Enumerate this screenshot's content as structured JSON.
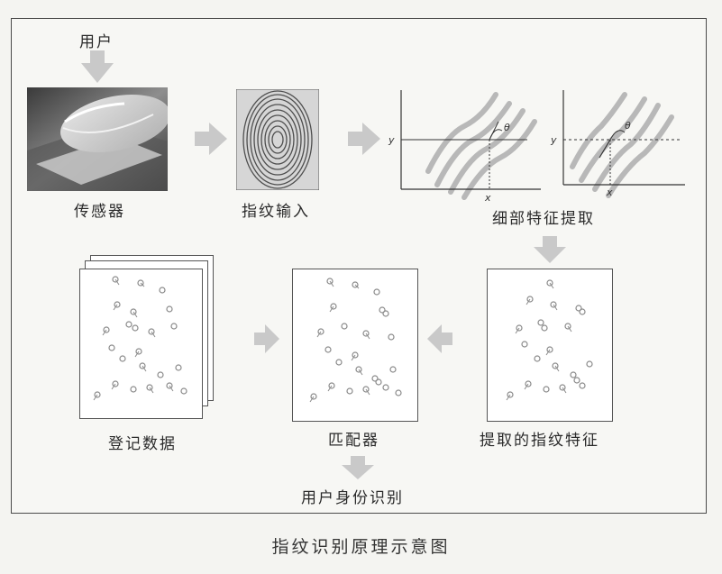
{
  "diagram": {
    "caption": "指纹识别原理示意图",
    "labels": {
      "user": "用户",
      "sensor": "传感器",
      "fingerprint_input": "指纹输入",
      "minutiae_extraction": "细部特征提取",
      "enrolled_data": "登记数据",
      "matcher": "匹配器",
      "extracted_features": "提取的指纹特征",
      "identification": "用户身份识别"
    },
    "axes": {
      "x": "x",
      "y": "y",
      "angle": "θ"
    },
    "colors": {
      "frame": "#4a4a4a",
      "arrow": "#c9c9c9",
      "ridge": "#b8b8b8",
      "minutia": "#8a8a8a"
    }
  }
}
